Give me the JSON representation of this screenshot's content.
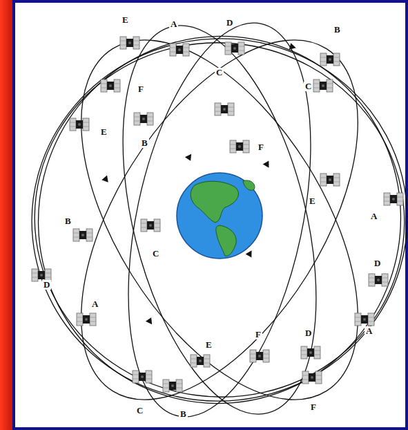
{
  "diagram": {
    "labels": [
      "E",
      "A",
      "D",
      "B",
      "F",
      "C",
      "C",
      "E",
      "B",
      "F",
      "E",
      "A",
      "B",
      "C",
      "D",
      "D",
      "A",
      "A",
      "E",
      "F",
      "D",
      "C",
      "B",
      "F"
    ]
  }
}
